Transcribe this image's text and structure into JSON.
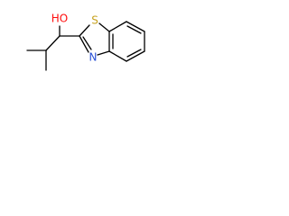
{
  "molecule": {
    "atoms": {
      "hydroxyl": {
        "label": "HO",
        "color": "#ff0d0d"
      },
      "sulfur": {
        "label": "S",
        "color": "#c7a21f"
      },
      "nitrogen": {
        "label": "N",
        "color": "#2850d6"
      }
    },
    "bond_color": "#000000"
  }
}
